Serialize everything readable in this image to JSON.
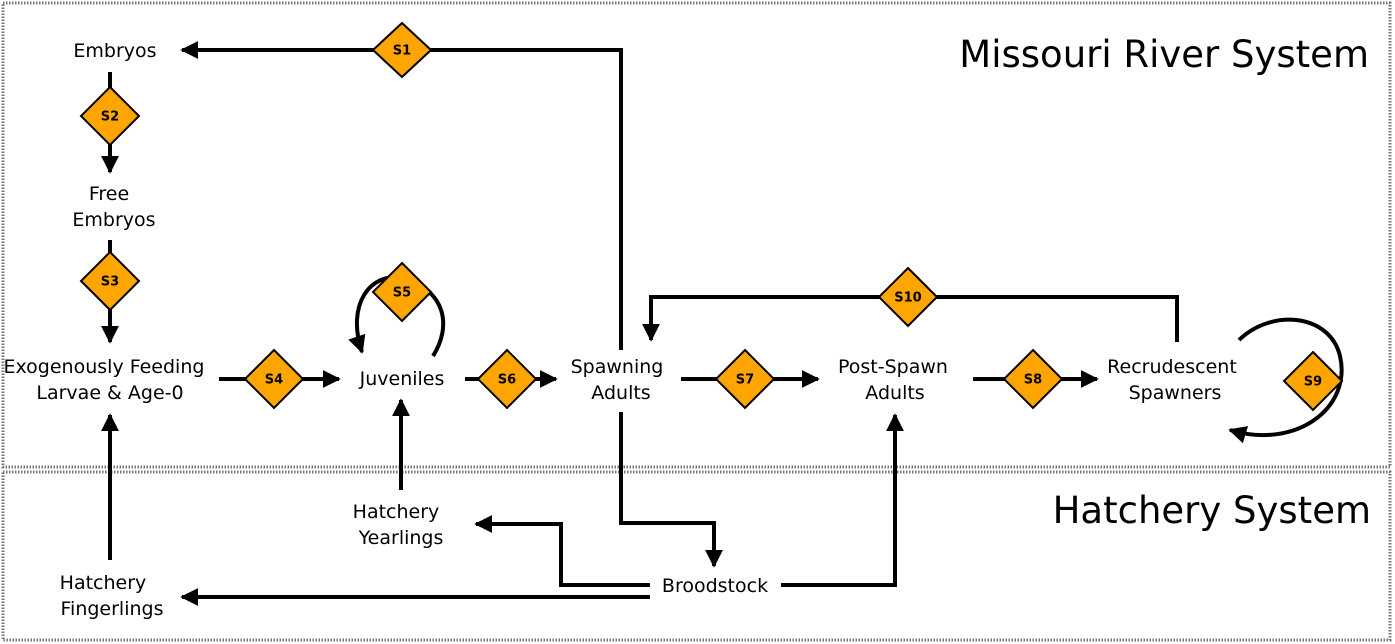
{
  "systems": {
    "river": "Missouri River System",
    "hatchery": "Hatchery System"
  },
  "nodes": {
    "embryos": [
      "Embryos"
    ],
    "free_embryos": [
      "Free",
      "Embryos"
    ],
    "larvae": [
      "Exogenously Feeding",
      "Larvae & Age-0"
    ],
    "juveniles": [
      "Juveniles"
    ],
    "spawning_adults": [
      "Spawning",
      "Adults"
    ],
    "post_spawn": [
      "Post-Spawn",
      "Adults"
    ],
    "recrudescent": [
      "Recrudescent",
      "Spawners"
    ],
    "hatchery_yearlings": [
      "Hatchery",
      "Yearlings"
    ],
    "hatchery_fingerlings": [
      "Hatchery",
      "Fingerlings"
    ],
    "broodstock": [
      "Broodstock"
    ]
  },
  "transitions": {
    "s1": "S1",
    "s2": "S2",
    "s3": "S3",
    "s4": "S4",
    "s5": "S5",
    "s6": "S6",
    "s7": "S7",
    "s8": "S8",
    "s9": "S9",
    "s10": "S10"
  },
  "colors": {
    "diamond_fill": "#FFA500",
    "stroke": "#000000",
    "border": "#777777"
  }
}
